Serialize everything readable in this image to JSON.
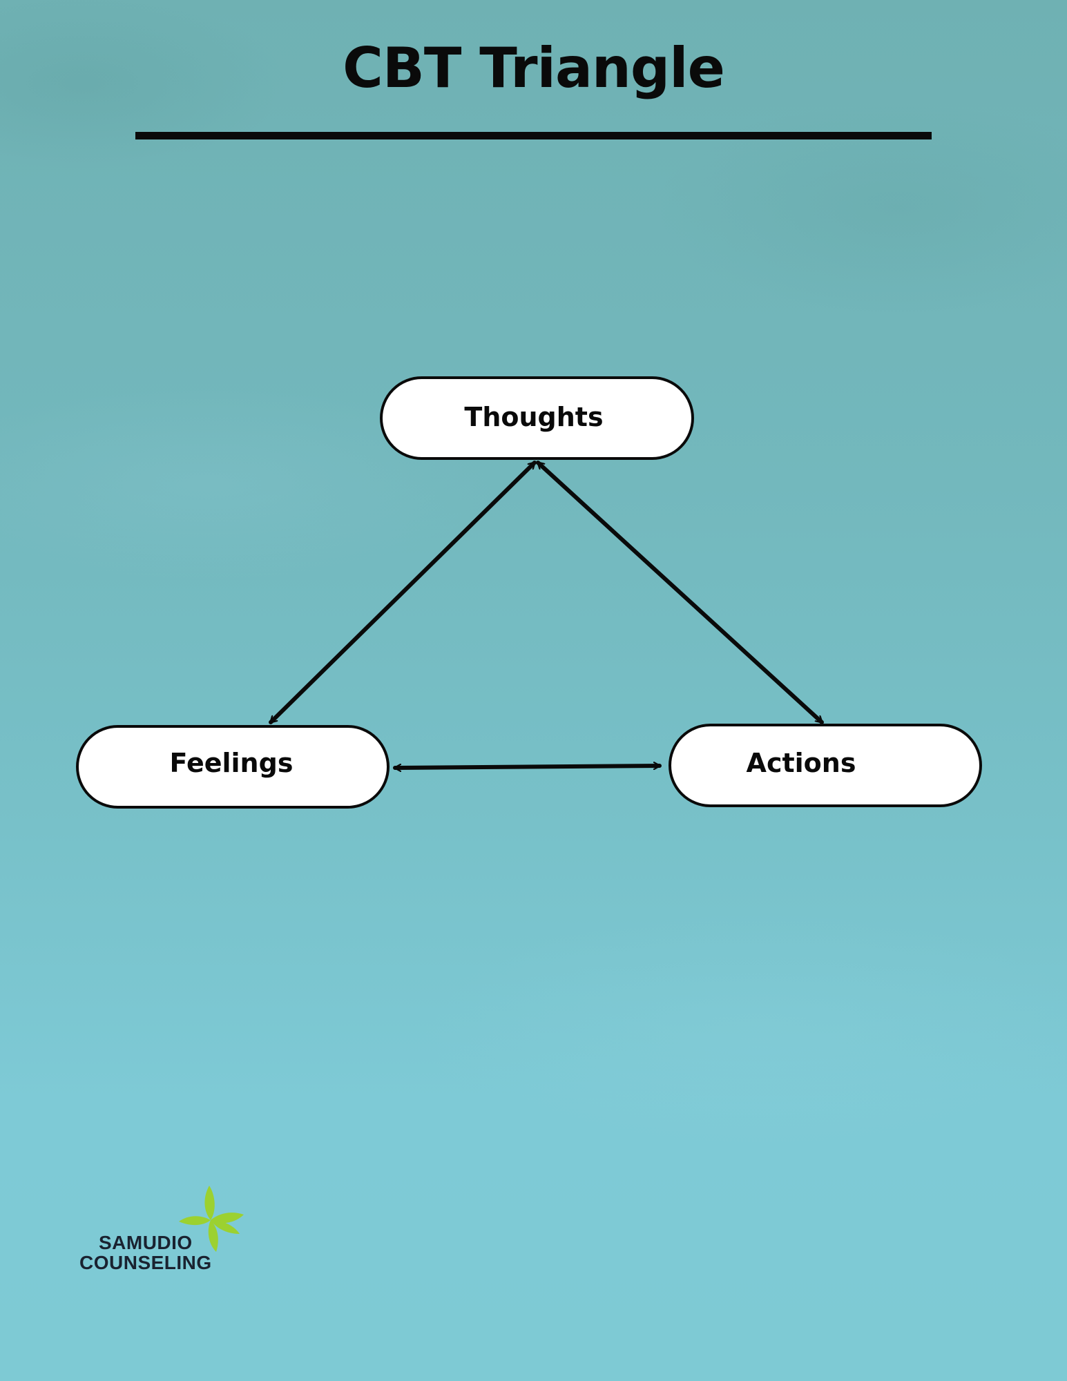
{
  "title": "CBT Triangle",
  "nodes": {
    "thoughts": "Thoughts",
    "feelings": "Feelings",
    "actions": "Actions"
  },
  "logo": {
    "line1": "SAMUDIO",
    "line2": "COUNSELING",
    "icon": "leaf-icon",
    "leaf_color": "#9cd130"
  },
  "colors": {
    "background": "#76bcc3",
    "ink": "#0a0a0a",
    "node_fill": "#ffffff"
  }
}
